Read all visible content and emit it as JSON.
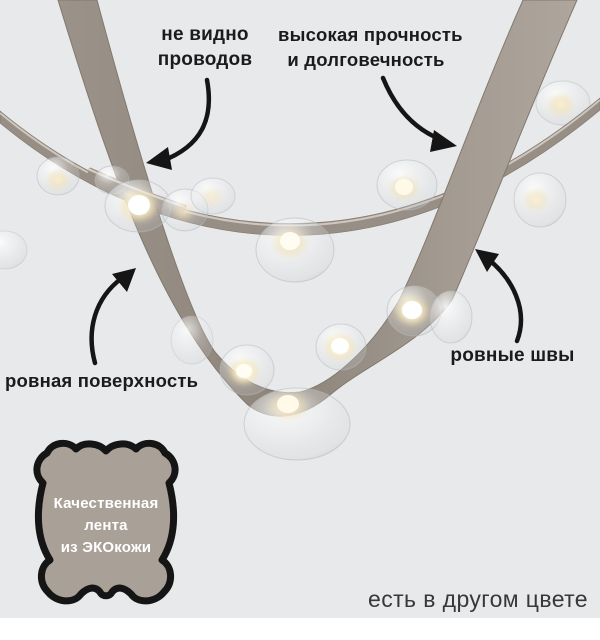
{
  "annotations": {
    "no_wires": {
      "line1": "не видно",
      "line2": "проводов"
    },
    "durability": {
      "line1": "высокая прочность",
      "line2": "и долговечность"
    },
    "smooth_surface": {
      "label": "ровная поверхность"
    },
    "even_seams": {
      "label": "ровные швы"
    },
    "badge": {
      "line1": "Качественная",
      "line2": "лента",
      "line3": "из ЭКОкожи"
    },
    "footer": {
      "label": "есть в другом цвете"
    }
  },
  "colors": {
    "background": "#e8e9ea",
    "footer_background": "#ffffff",
    "strap": "#9a9189",
    "strap_dark": "#8d847a",
    "strap_light": "#aca49b",
    "strap_highlight": "#d8d1c7",
    "outline": "#151515",
    "badge_fill": "#a9a098",
    "badge_text": "#ffffff",
    "annotation_text": "#1b1b1d",
    "footer_text": "#38383a",
    "glow_warm": "#f3dfa8"
  },
  "icons": {
    "leather_badge": "leather-hide-icon",
    "arrows": [
      "arrow-no-wires",
      "arrow-durability",
      "arrow-smooth-surface",
      "arrow-even-seams"
    ]
  }
}
